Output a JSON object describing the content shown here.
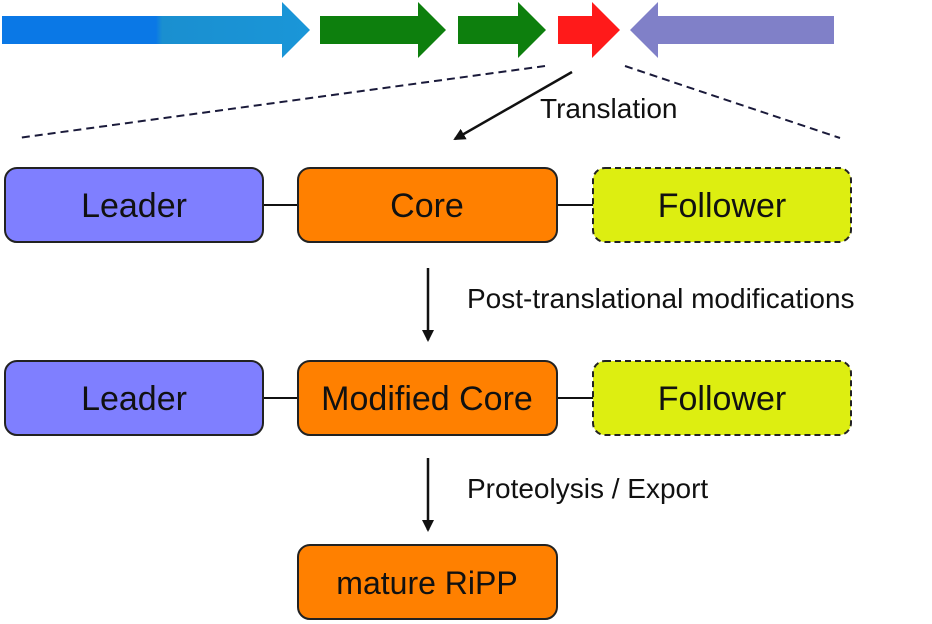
{
  "gene_cluster": {
    "genes": [
      {
        "id": "gene-1",
        "color": "#1a8fd6",
        "color_dark": "#0a6fe0",
        "direction": "forward"
      },
      {
        "id": "gene-2",
        "color": "#0d7f0d",
        "direction": "forward"
      },
      {
        "id": "gene-3",
        "color": "#0d7f0d",
        "direction": "forward"
      },
      {
        "id": "precursor-gene",
        "color": "#ff1a1a",
        "direction": "forward"
      },
      {
        "id": "gene-5",
        "color": "#8080c8",
        "direction": "reverse"
      }
    ]
  },
  "steps": {
    "translation": "Translation",
    "ptm": "Post-translational modifications",
    "proteolysis": "Proteolysis / Export"
  },
  "precursor": {
    "leader": "Leader",
    "core": "Core",
    "follower": "Follower"
  },
  "modified_precursor": {
    "leader": "Leader",
    "core": "Modified Core",
    "follower": "Follower"
  },
  "product": {
    "label": "mature RiPP"
  },
  "colors": {
    "leader": "#7f7fff",
    "core": "#ff8000",
    "follower": "#ddee11",
    "stroke": "#222222"
  }
}
